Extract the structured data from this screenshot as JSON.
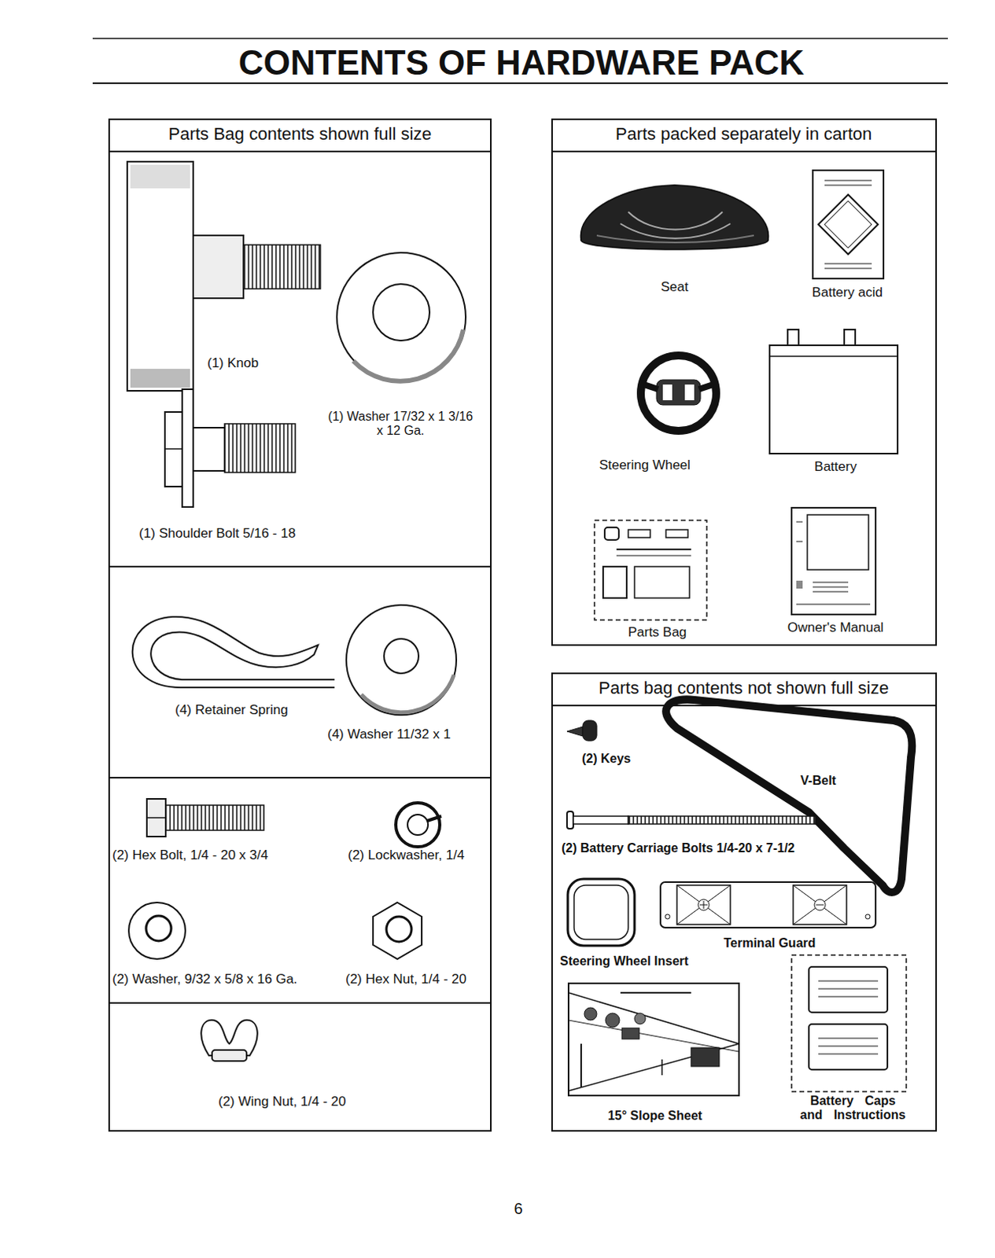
{
  "diagram": {
    "title": "CONTENTS OF HARDWARE PACK",
    "nodes": [
      {
        "text": [
          "Parts Bag contents shown full size"
        ]
      },
      {
        "text": [
          "(1) Knob",
          "(1) Washer 17/32 x 1 3/16 x 12 Ga.",
          "(1) Shoulder Bolt 5/16 - 18"
        ],
        "in": 0
      },
      {
        "text": [
          "(4) Retainer Spring",
          "(4) Washer 11/32 x 1"
        ],
        "in": 0
      },
      {
        "text": [
          "(2) Hex Bolt, 1/4 - 20 x 3/4",
          "(2) Lockwasher, 1/4",
          "(2) Washer, 9/32 x 5/8 x 16 Ga.",
          "(2) Hex Nut, 1/4 - 20"
        ],
        "in": 0
      },
      {
        "text": [
          "(2) Wing Nut, 1/4 - 20"
        ],
        "in": 0
      },
      {
        "text": [
          "Parts packed separately in carton",
          "Seat",
          "Battery acid",
          "Steering Wheel",
          "Battery",
          "Parts Bag",
          "Owner's Manual"
        ]
      },
      {
        "text": [
          "Parts bag contents not shown full size",
          "(2) Keys",
          "V-Belt",
          "(2) Battery Carriage Bolts 1/4-20 x 7-1/2",
          "Terminal Guard",
          "Steering Wheel Insert",
          "15° Slope Sheet",
          "Battery Caps and Instructions"
        ]
      }
    ],
    "labels": [
      "6"
    ]
  }
}
